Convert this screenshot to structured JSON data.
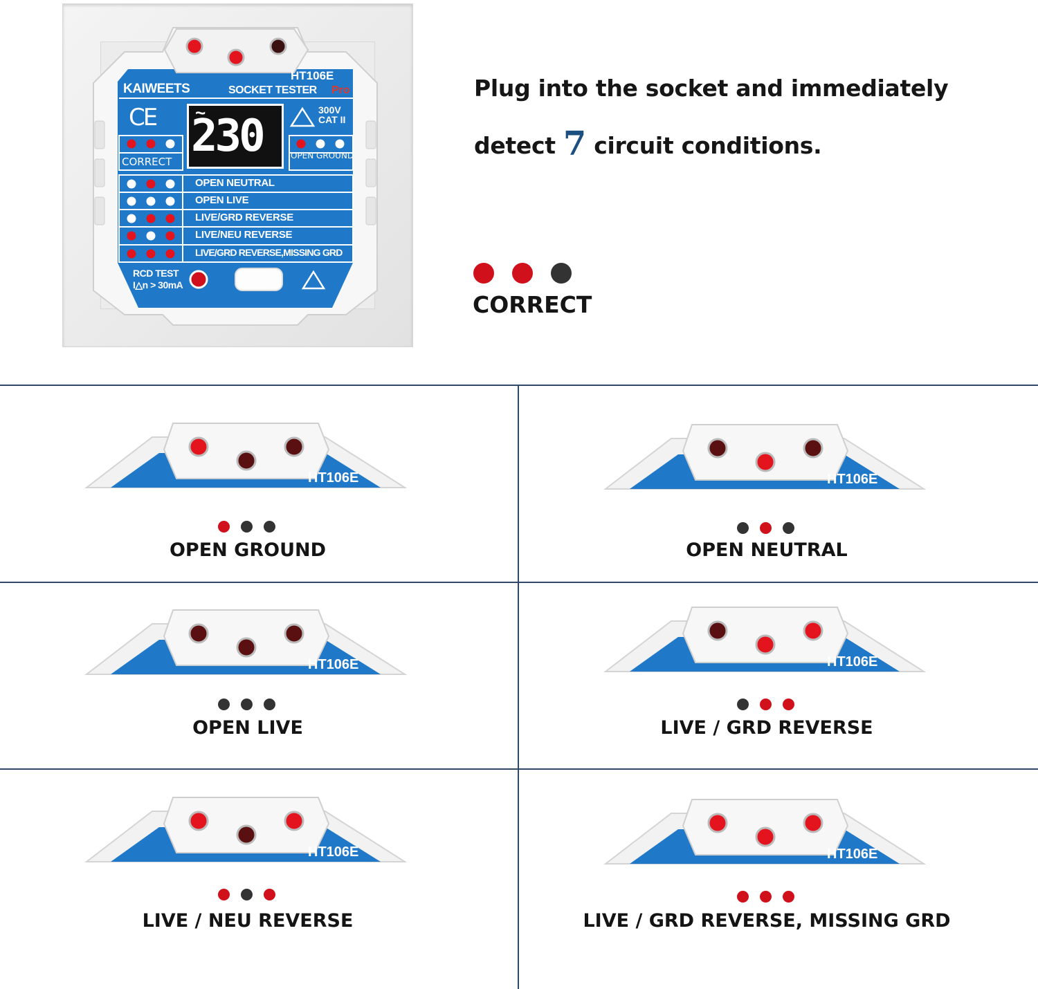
{
  "device": {
    "brand": "KAIWEETS",
    "model": "HT106E",
    "product": "SOCKET TESTER",
    "product_suffix": "Pro",
    "cert": "CE",
    "display_value": "230",
    "display_symbol": "~",
    "voltage_rating": "300V",
    "category": "CAT II",
    "correct_label": "CORRECT",
    "open_ground_label": "OPEN GROUND",
    "rows": [
      {
        "label": "OPEN NEUTRAL",
        "leds": [
          "off",
          "red",
          "off"
        ]
      },
      {
        "label": "OPEN LIVE",
        "leds": [
          "off",
          "off",
          "off"
        ]
      },
      {
        "label": "LIVE/GRD REVERSE",
        "leds": [
          "off",
          "red",
          "red"
        ]
      },
      {
        "label": "LIVE/NEU REVERSE",
        "leds": [
          "red",
          "off",
          "red"
        ]
      },
      {
        "label": "LIVE/GRD REVERSE,MISSING GRD",
        "leds": [
          "red",
          "red",
          "red"
        ]
      }
    ],
    "rcd_test_line1": "RCD TEST",
    "rcd_test_line2": "I△n > 30mA"
  },
  "headline": {
    "line1": "Plug into the socket and immediately",
    "line2_prefix": "detect ",
    "line2_number": "7",
    "line2_suffix": " circuit conditions."
  },
  "colors": {
    "red": "#d0101a",
    "dark": "#333333",
    "blue": "#1f78c8",
    "rule": "#2e4a68"
  },
  "correct": {
    "label": "CORRECT",
    "leds": [
      "red",
      "red",
      "dark"
    ]
  },
  "conditions": [
    {
      "label": "OPEN GROUND",
      "model": "HT106E",
      "leds": [
        "red",
        "dark",
        "dark"
      ]
    },
    {
      "label": "OPEN NEUTRAL",
      "model": "HT106E",
      "leds": [
        "dark",
        "red",
        "dark"
      ]
    },
    {
      "label": "OPEN LIVE",
      "model": "HT106E",
      "leds": [
        "dark",
        "dark",
        "dark"
      ]
    },
    {
      "label": "LIVE / GRD REVERSE",
      "model": "HT106E",
      "leds": [
        "dark",
        "red",
        "red"
      ]
    },
    {
      "label": "LIVE / NEU REVERSE",
      "model": "HT106E",
      "leds": [
        "red",
        "dark",
        "red"
      ]
    },
    {
      "label": "LIVE / GRD REVERSE, MISSING GRD",
      "model": "HT106E",
      "leds": [
        "red",
        "red",
        "red"
      ]
    }
  ]
}
